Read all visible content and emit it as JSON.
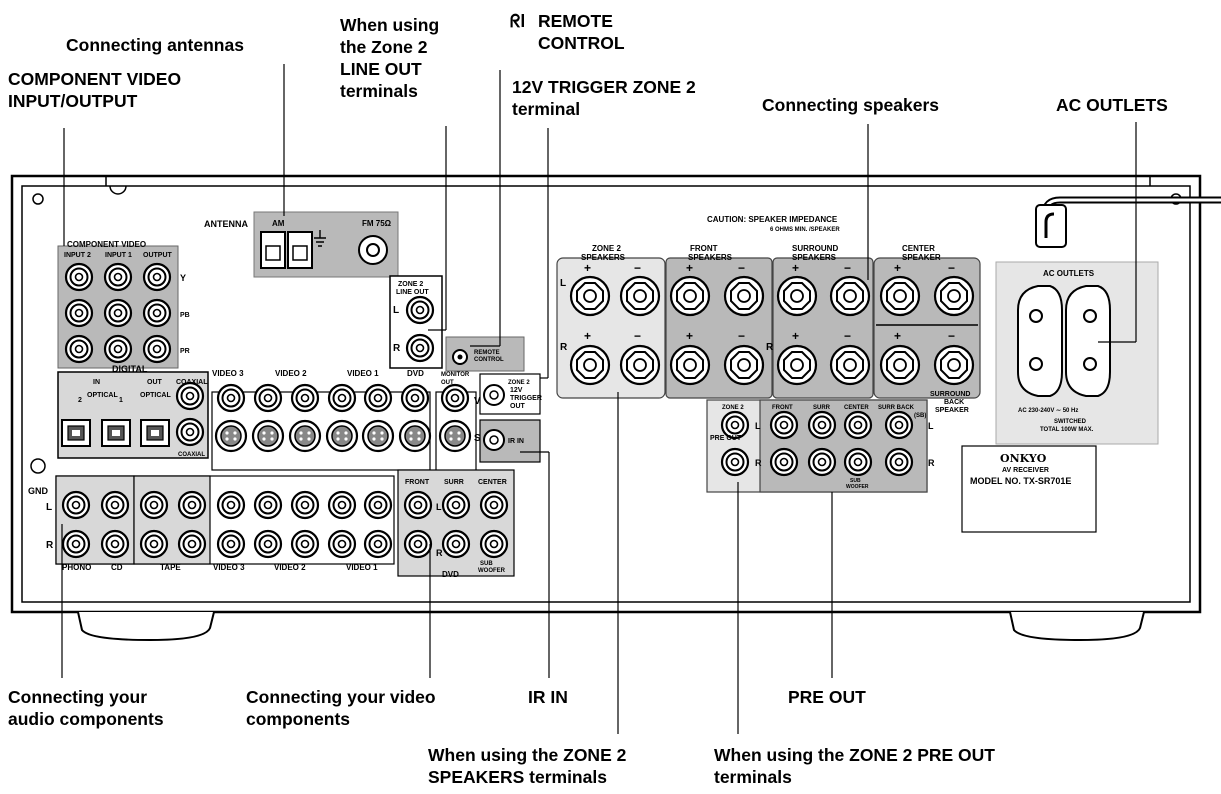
{
  "callouts": {
    "antennas": "Connecting antennas",
    "component_video": "COMPONENT VIDEO\nINPUT/OUTPUT",
    "zone2_line_out": "When using\nthe Zone 2\nLINE OUT\nterminals",
    "remote_control": "REMOTE\nCONTROL",
    "trigger": "12V TRIGGER ZONE 2\nterminal",
    "speakers": "Connecting speakers",
    "ac_outlets": "AC OUTLETS",
    "audio_components": "Connecting your\naudio components",
    "video_components": "Connecting your video\ncomponents",
    "ir_in": "IR IN",
    "pre_out": "PRE OUT",
    "zone2_speakers": "When using the ZONE 2\nSPEAKERS terminals",
    "zone2_pre_out": "When using the ZONE 2 PRE OUT\nterminals"
  },
  "panel": {
    "antenna": "ANTENNA",
    "am": "AM",
    "fm": "FM 75Ω",
    "component_video": "COMPONENT VIDEO",
    "cv_input2": "INPUT 2",
    "cv_input1": "INPUT 1",
    "cv_output": "OUTPUT",
    "y": "Y",
    "pb": "PB",
    "pr": "PR",
    "zone2_line_out": "ZONE 2\nLINE OUT",
    "L": "L",
    "R": "R",
    "remote_control": "REMOTE\nCONTROL",
    "digital": "DIGITAL",
    "in": "IN",
    "out": "OUT",
    "optical": "OPTICAL",
    "opt2": "2",
    "opt1": "1",
    "coaxial": "COAXIAL",
    "video3": "VIDEO 3",
    "video2": "VIDEO 2",
    "video1": "VIDEO 1",
    "dvd": "DVD",
    "monitor_out": "MONITOR\nOUT",
    "V": "V",
    "S": "S",
    "zone2_trigger": "ZONE 2\n12V\nTRIGGER\nOUT",
    "ir_in": "IR IN",
    "gnd": "GND",
    "phono": "PHONO",
    "cd": "CD",
    "tape": "TAPE",
    "front": "FRONT",
    "surr": "SURR",
    "center": "CENTER",
    "sub_woofer": "SUB\nWOOFER",
    "caution": "CAUTION:  SPEAKER IMPEDANCE",
    "caution2": "6 OHMS MIN. /SPEAKER",
    "zone2_speakers": "ZONE 2\nSPEAKERS",
    "front_speakers": "FRONT\nSPEAKERS",
    "surround_speakers": "SURROUND\nSPEAKERS",
    "center_speaker": "CENTER\nSPEAKER",
    "surround_back": "SURROUND\nBACK\nSPEAKER",
    "plus": "+",
    "minus": "−",
    "zone2": "ZONE 2",
    "pre_out": "PRE OUT",
    "surr_back": "SURR BACK\n(SB)",
    "ac_outlets": "AC OUTLETS",
    "ac_spec": "AC 230-240V ∼  50 Hz",
    "switched": "SWITCHED\nTOTAL 100W MAX.",
    "brand": "ONKYO",
    "av_receiver": "AV RECEIVER",
    "model": "MODEL NO. TX-SR701E"
  }
}
